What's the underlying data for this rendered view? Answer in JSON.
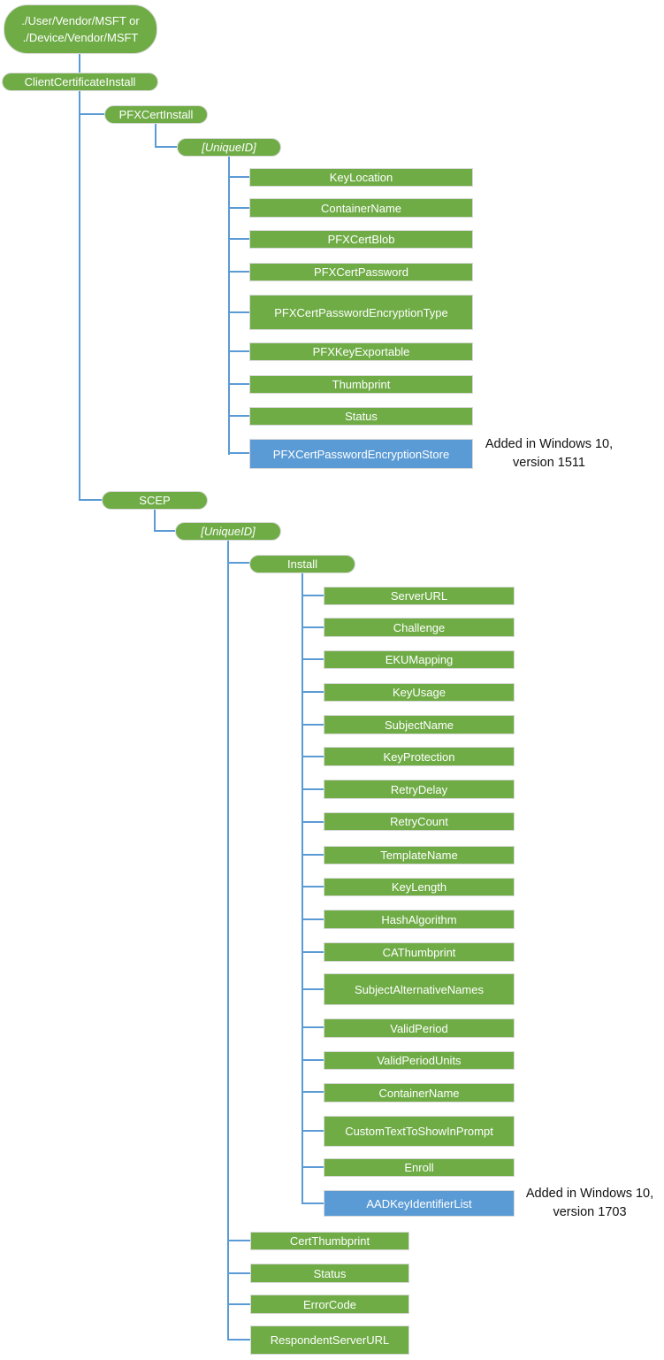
{
  "colors": {
    "green": "#6FAC46",
    "blue": "#5B9BD5",
    "connector": "#5B9BD5",
    "box_border": "#D9D9D9",
    "node_text": "#FFFFFF",
    "annotation_text": "#111111"
  },
  "root": {
    "line1": "./User/Vendor/MSFT or",
    "line2": "./Device/Vendor/MSFT"
  },
  "nodes": {
    "client_certificate_install": "ClientCertificateInstall",
    "pfx_cert_install": "PFXCertInstall",
    "unique_id_pfx": "[UniqueID]",
    "scep": "SCEP",
    "unique_id_scep": "[UniqueID]",
    "install": "Install"
  },
  "pfx_leaves": [
    "KeyLocation",
    "ContainerName",
    "PFXCertBlob",
    "PFXCertPassword",
    "PFXCertPasswordEncryptionType",
    "PFXKeyExportable",
    "Thumbprint",
    "Status"
  ],
  "pfx_blue_leaf": "PFXCertPasswordEncryptionStore",
  "annotation_1511": {
    "line1": "Added in Windows 10,",
    "line2": "version 1511"
  },
  "install_leaves": [
    "ServerURL",
    "Challenge",
    "EKUMapping",
    "KeyUsage",
    "SubjectName",
    "KeyProtection",
    "RetryDelay",
    "RetryCount",
    "TemplateName",
    "KeyLength",
    "HashAlgorithm",
    "CAThumbprint",
    "SubjectAlternativeNames",
    "ValidPeriod",
    "ValidPeriodUnits",
    "ContainerName",
    "CustomTextToShowInPrompt",
    "Enroll"
  ],
  "install_blue_leaf": "AADKeyIdentifierList",
  "annotation_1703": {
    "line1": "Added in Windows 10,",
    "line2": "version 1703"
  },
  "scep_leaves": [
    "CertThumbprint",
    "Status",
    "ErrorCode",
    "RespondentServerURL"
  ]
}
